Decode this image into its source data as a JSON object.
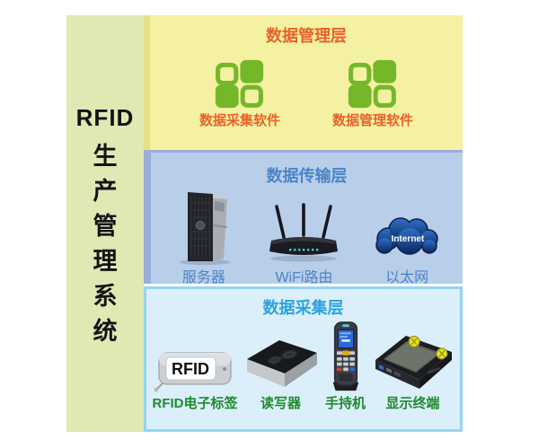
{
  "left_band": {
    "latin": "RFID",
    "chars": [
      "生",
      "产",
      "管",
      "理",
      "系",
      "统"
    ]
  },
  "layers": {
    "management": {
      "title": "数据管理层",
      "items": [
        {
          "label": "数据采集软件",
          "icon": "software-grid-icon"
        },
        {
          "label": "数据管理软件",
          "icon": "software-grid-icon"
        }
      ]
    },
    "transmission": {
      "title": "数据传输层",
      "items": [
        {
          "label": "服务器",
          "icon": "server-icon"
        },
        {
          "label": "WiFi路由",
          "icon": "wifi-router-icon"
        },
        {
          "label": "以太网",
          "icon": "internet-cloud-icon"
        }
      ]
    },
    "collection": {
      "title": "数据采集层",
      "items": [
        {
          "label": "RFID电子标签",
          "icon": "rfid-tag-icon"
        },
        {
          "label": "读写器",
          "icon": "reader-icon"
        },
        {
          "label": "手持机",
          "icon": "handheld-icon"
        },
        {
          "label": "显示终端",
          "icon": "display-terminal-icon"
        }
      ]
    }
  },
  "icon_text": {
    "internet": "Internet",
    "rfid_tag": "RFID"
  },
  "colors": {
    "side_band_bg": "#dfe9b4",
    "management_bg": "#f5f1a3",
    "management_accent": "#e8622a",
    "software_icon_green": "#74b82a",
    "transmission_bg": "#b9cee9",
    "transmission_accent": "#4a85c8",
    "collection_bg": "#dbeffa",
    "collection_border": "#93d5f3",
    "collection_title": "#2aa3e3",
    "collection_label_green": "#1f8a2e"
  }
}
